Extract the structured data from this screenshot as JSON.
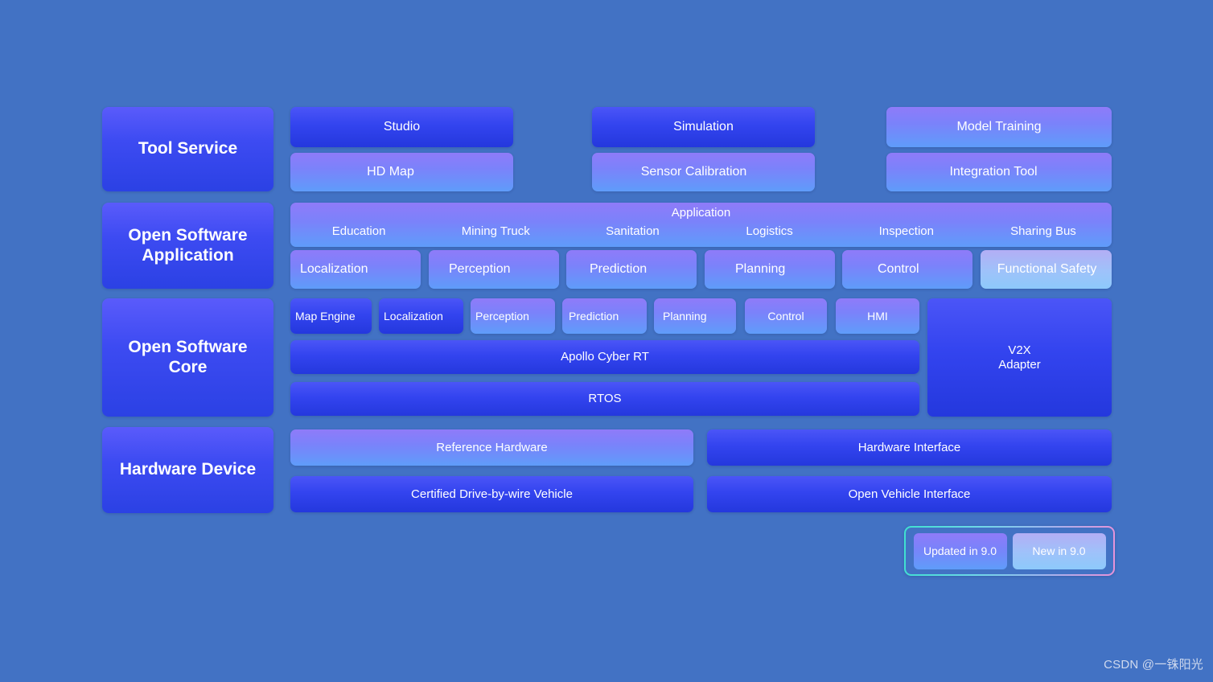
{
  "background_color": "#4272c4",
  "variants": {
    "standard": {
      "name": "unchanged",
      "gradient_from": "#4b55f7",
      "gradient_to": "#2438dd"
    },
    "updated": {
      "name": "Updated in 9.0",
      "gradient_from": "#8f7bf9",
      "gradient_to": "#5f9cfa"
    },
    "new": {
      "name": "New in 9.0",
      "gradient_from": "#b3aef5",
      "gradient_to": "#8dc9fb"
    }
  },
  "rows": {
    "tool_service": {
      "label": "Tool Service",
      "boxes": [
        {
          "label": "Studio",
          "variant": "standard"
        },
        {
          "label": "HD Map",
          "variant": "updated"
        },
        {
          "label": "Simulation",
          "variant": "standard"
        },
        {
          "label": "Sensor Calibration",
          "variant": "updated"
        },
        {
          "label": "Model Training",
          "variant": "updated"
        },
        {
          "label": "Integration Tool",
          "variant": "updated"
        }
      ]
    },
    "open_software_application": {
      "label": "Open Software\nApplication",
      "banner": {
        "title": "Application",
        "items": [
          "Education",
          "Mining Truck",
          "Sanitation",
          "Logistics",
          "Inspection",
          "Sharing Bus"
        ]
      },
      "modules": [
        {
          "label": "Localization",
          "variant": "updated"
        },
        {
          "label": "Perception",
          "variant": "updated"
        },
        {
          "label": "Prediction",
          "variant": "updated"
        },
        {
          "label": "Planning",
          "variant": "updated"
        },
        {
          "label": "Control",
          "variant": "updated"
        },
        {
          "label": "Functional Safety",
          "variant": "new"
        }
      ]
    },
    "open_software_core": {
      "label": "Open Software\nCore",
      "modules": [
        {
          "label": "Map Engine",
          "variant": "standard"
        },
        {
          "label": "Localization",
          "variant": "standard"
        },
        {
          "label": "Perception",
          "variant": "updated"
        },
        {
          "label": "Prediction",
          "variant": "updated"
        },
        {
          "label": "Planning",
          "variant": "updated"
        },
        {
          "label": "Control",
          "variant": "updated"
        },
        {
          "label": "HMI",
          "variant": "updated"
        }
      ],
      "middleware": {
        "label": "Apollo Cyber RT",
        "variant": "standard"
      },
      "os": {
        "label": "RTOS",
        "variant": "standard"
      },
      "side": {
        "label": "V2X\nAdapter",
        "variant": "standard"
      }
    },
    "hardware_device": {
      "label": "Hardware Device",
      "boxes": [
        {
          "label": "Reference Hardware",
          "variant": "updated"
        },
        {
          "label": "Hardware Interface",
          "variant": "standard"
        },
        {
          "label": "Certified Drive-by-wire Vehicle",
          "variant": "standard"
        },
        {
          "label": "Open Vehicle Interface",
          "variant": "standard"
        }
      ]
    }
  },
  "legend": {
    "items": [
      {
        "label": "Updated in 9.0",
        "variant": "updated"
      },
      {
        "label": "New in 9.0",
        "variant": "new"
      }
    ],
    "border_from": "#3fe0d0",
    "border_to": "#e892d8"
  },
  "watermark": "CSDN @一铢阳光"
}
